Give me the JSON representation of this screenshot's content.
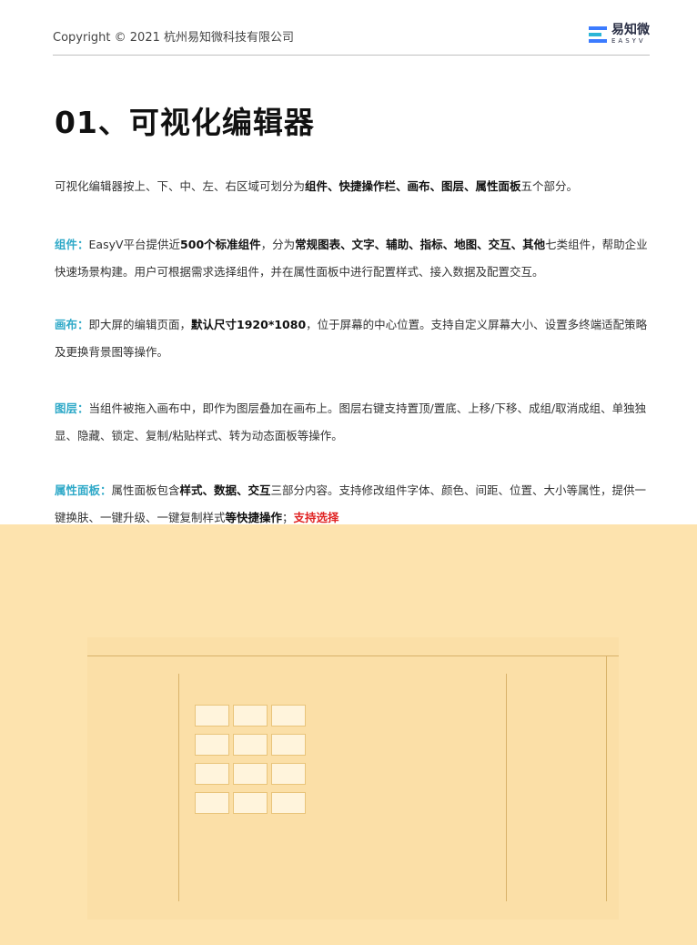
{
  "header": {
    "copyright": "Copyright © 2021 杭州易知微科技有限公司",
    "logo_cn": "易知微",
    "logo_en": "EASYV"
  },
  "title": "01、可视化编辑器",
  "intro": {
    "t1": "可视化编辑器按上、下、中、左、右区域可划分为",
    "b1": "组件、快捷操作栏、画布、图层、属性面板",
    "t2": "五个部分。"
  },
  "components": {
    "label": "组件：",
    "t1": "EasyV平台提供近",
    "b1": "500个标准组件",
    "t2": "，分为",
    "b2": "常规图表、文字、辅助、指标、地图、交互、其他",
    "t3": "七类组件，帮助企业快速场景构建。用户可根据需求选择组件，并在属性面板中进行配置样式、接入数据及配置交互。"
  },
  "canvas": {
    "label": "画布：",
    "t1": "即大屏的编辑页面，",
    "b1": "默认尺寸1920*1080",
    "t2": "，位于屏幕的中心位置。支持自定义屏幕大小、设置多终端适配策略及更换背景图等操作。"
  },
  "layers": {
    "label": "图层：",
    "t1": "当组件被拖入画布中，即作为图层叠加在画布上。图层右键支持置顶/置底、上移/下移、成组/取消成组、单独独显、隐藏、锁定、复制/粘贴样式、转为动态面板等操作。"
  },
  "properties": {
    "label": "属性面板：",
    "t1": "属性面板包含",
    "b1": "样式、数据、交互",
    "t2": "三部分内容。支持修改组件字体、颜色、间距、位置、大小等属性，提供一键换肤、一键升级、一键复制样式",
    "b2": "等快捷操作",
    "t3": "；",
    "red1": "支持选择"
  },
  "colors": {
    "accent": "#2fa9c8",
    "highlight_red": "#e02424",
    "overlay": "#fde3ae"
  }
}
